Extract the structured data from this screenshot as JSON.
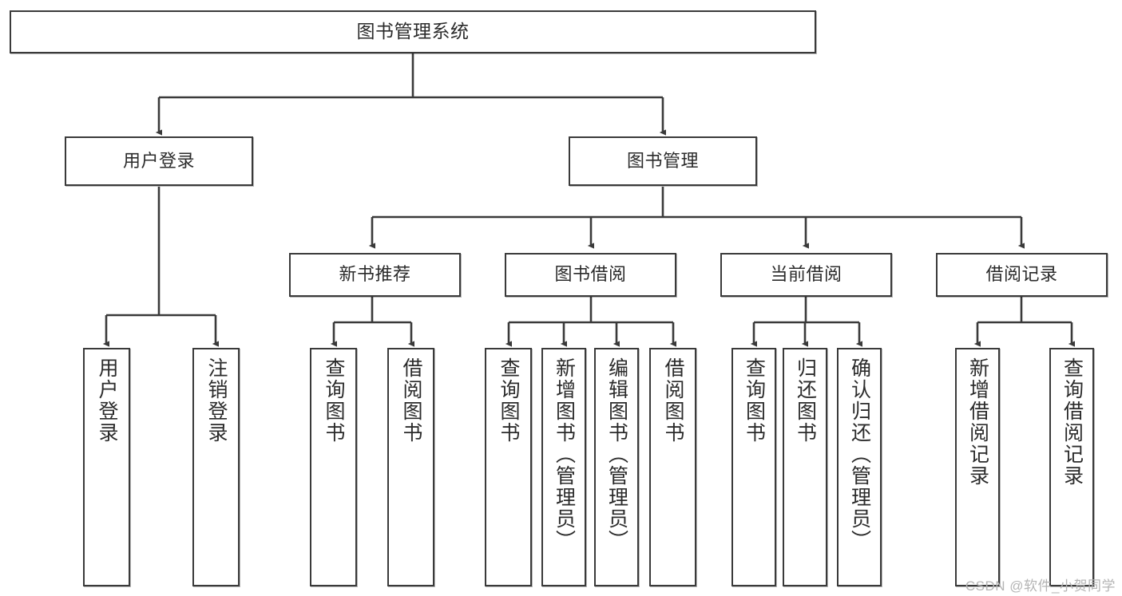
{
  "diagram": {
    "title": "图书管理系统",
    "type": "tree-hierarchy-diagram",
    "line_color": "#3a3a3a",
    "text_color": "#2b2b2b",
    "background": "#ffffff"
  },
  "watermark": {
    "text": "CSDN @软件_小贺同学",
    "color": "#b4b4b4"
  },
  "nodes": {
    "root": {
      "label": "图书管理系统"
    },
    "level1": [
      {
        "label": "用户登录"
      },
      {
        "label": "图书管理"
      }
    ],
    "level2": [
      {
        "label": "新书推荐"
      },
      {
        "label": "图书借阅"
      },
      {
        "label": "当前借阅"
      },
      {
        "label": "借阅记录"
      }
    ],
    "leaves": {
      "user_login": [
        {
          "label": "用户登录"
        },
        {
          "label": "注销登录"
        }
      ],
      "new_book": [
        {
          "label": "查询图书"
        },
        {
          "label": "借阅图书"
        }
      ],
      "book_borrow": [
        {
          "label": "查询图书"
        },
        {
          "label": "新增图书（管理员）"
        },
        {
          "label": "编辑图书（管理员）"
        },
        {
          "label": "借阅图书"
        }
      ],
      "current_borrow": [
        {
          "label": "查询图书"
        },
        {
          "label": "归还图书"
        },
        {
          "label": "确认归还（管理员）"
        }
      ],
      "borrow_record": [
        {
          "label": "新增借阅记录"
        },
        {
          "label": "查询借阅记录"
        }
      ]
    }
  }
}
